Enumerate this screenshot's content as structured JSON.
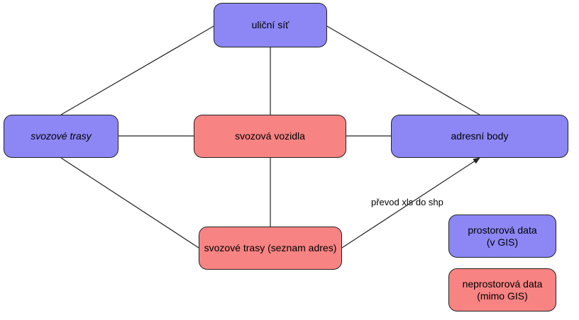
{
  "colors": {
    "spatial": "#8c87f5",
    "nonspatial": "#f88383",
    "line": "#222222"
  },
  "nodes": {
    "ulicni_sit": "uliční síť",
    "svozove_trasy": "svozové trasy",
    "svozova_vozidla": "svozová vozidla",
    "adresni_body": "adresní body",
    "svozove_trasy_seznam": "svozové trasy (seznam adres)"
  },
  "edge_label": "převod xls do shp",
  "legend": {
    "spatial": "prostorová data\n(v GIS)",
    "nonspatial": "neprostorová data\n(mimo GIS)"
  }
}
